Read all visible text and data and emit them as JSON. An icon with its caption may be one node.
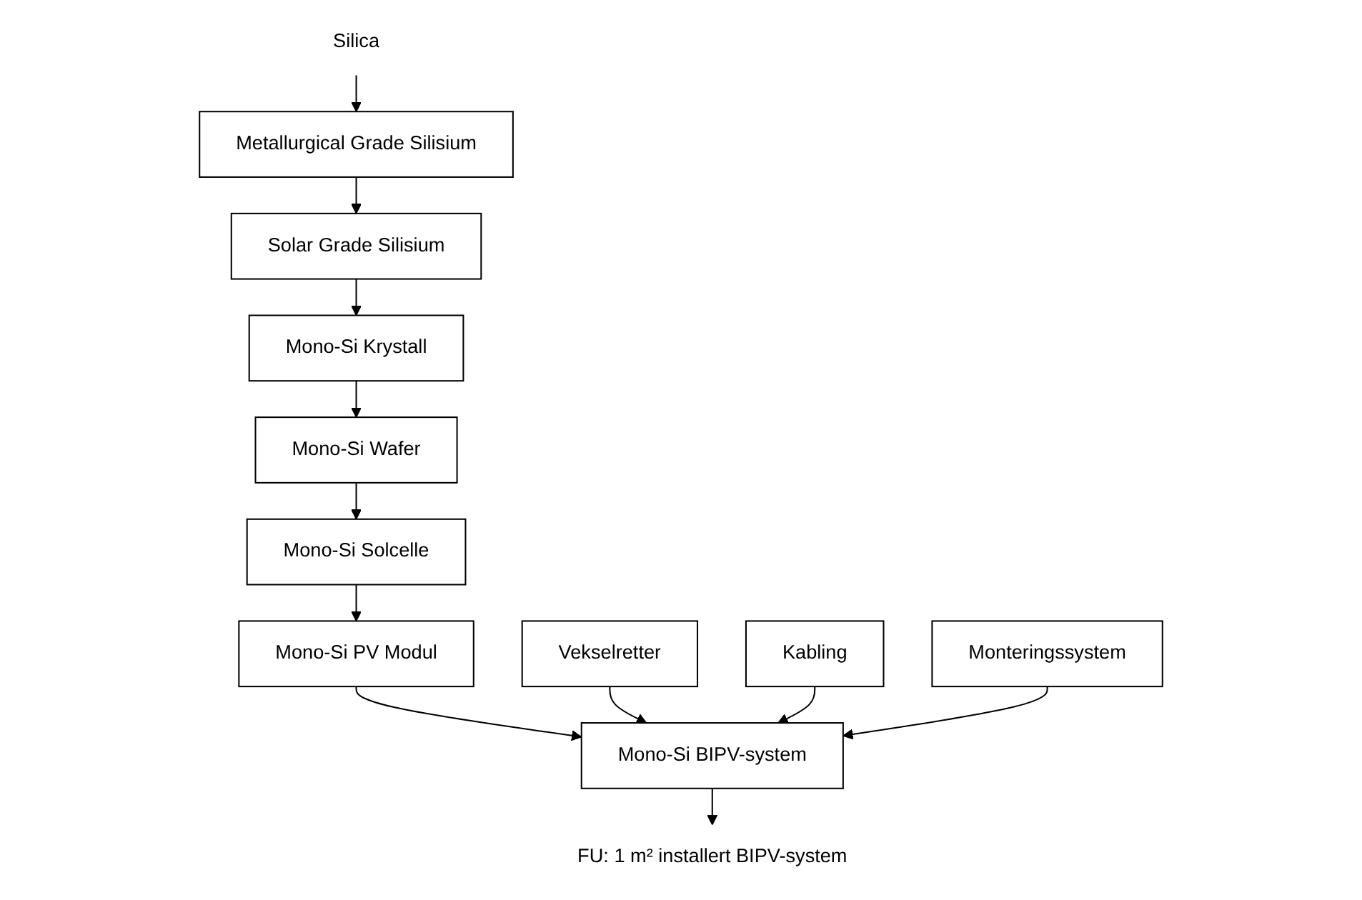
{
  "diagram": {
    "nodes": [
      {
        "text": [
          "Silica"
        ]
      },
      {
        "text": [
          "Metallurgical Grade Silisium"
        ]
      },
      {
        "text": [
          "Solar Grade Silisium"
        ]
      },
      {
        "text": [
          "Mono-Si Krystall"
        ]
      },
      {
        "text": [
          "Mono-Si Wafer"
        ]
      },
      {
        "text": [
          "Mono-Si Solcelle"
        ]
      },
      {
        "text": [
          "Mono-Si PV Modul"
        ]
      },
      {
        "text": [
          "Vekselretter"
        ]
      },
      {
        "text": [
          "Kabling"
        ]
      },
      {
        "text": [
          "Mono-Si BIPV-system"
        ]
      },
      {
        "text": [
          "Monteringssystem"
        ]
      },
      {
        "text": [
          "FU: 1 m² installert BIPV-system"
        ]
      }
    ],
    "edges": [
      {
        "from": 0,
        "to": 1,
        "arrow": "to"
      },
      {
        "from": 1,
        "to": 2,
        "arrow": "to"
      },
      {
        "from": 2,
        "to": 3,
        "arrow": "to"
      },
      {
        "from": 3,
        "to": 4,
        "arrow": "to"
      },
      {
        "from": 4,
        "to": 5,
        "arrow": "to"
      },
      {
        "from": 5,
        "to": 6,
        "arrow": "to"
      },
      {
        "from": 6,
        "to": 9,
        "arrow": "to"
      },
      {
        "from": 7,
        "to": 9,
        "arrow": "to"
      },
      {
        "from": 8,
        "to": 9,
        "arrow": "to"
      },
      {
        "from": 10,
        "to": 9,
        "arrow": "to"
      },
      {
        "from": 9,
        "to": 11,
        "arrow": "to"
      }
    ]
  }
}
